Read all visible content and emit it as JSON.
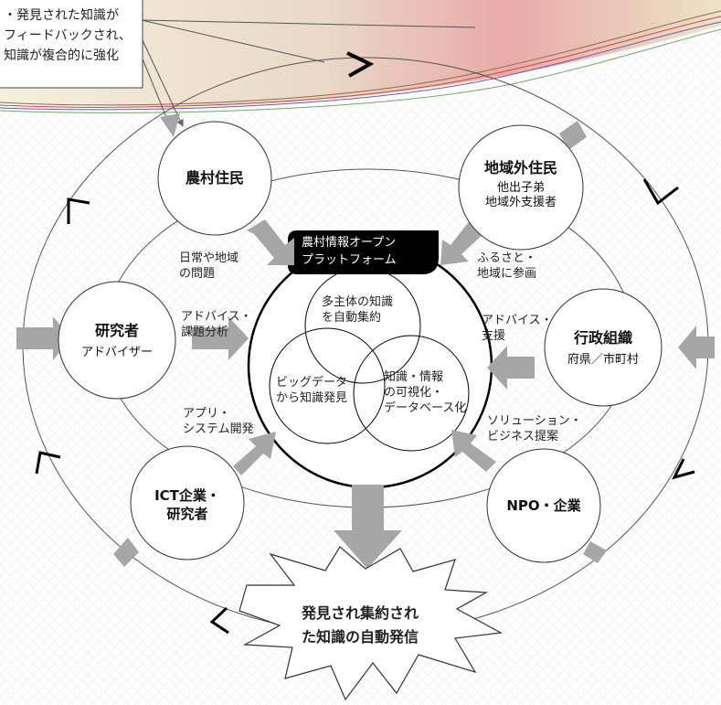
{
  "callout": {
    "text": "・発見された知識が\nフィードバックされ、\n知識が複合的に強化"
  },
  "platform": {
    "title": "農村情報オープン\nプラットフォーム"
  },
  "center": {
    "top": "多主体の知識\nを自動集約",
    "left": "ビッグデータ\nから知識発見",
    "right": "知識・情報\nの可視化・\nデータベース化"
  },
  "nodes": {
    "farmers": {
      "title": "農村住民"
    },
    "outside": {
      "title": "地域外住民",
      "sub": "他出子弟\n地域外支援者"
    },
    "researcher": {
      "title": "研究者",
      "sub": "アドバイザー"
    },
    "admin": {
      "title": "行政組織",
      "sub": "府県／市町村"
    },
    "ict": {
      "title": "ICT企業・\n研究者"
    },
    "npo": {
      "title": "NPO・企業"
    }
  },
  "flows": {
    "farmers": "日常や地域\nの問題",
    "outside": "ふるさと・\n地域に参画",
    "researcher": "アドバイス・\n課題分析",
    "admin": "アドバイス・\n支援",
    "ict": "アプリ・\nシステム開発",
    "npo": "ソリューション・\nビジネス提案"
  },
  "output": {
    "text": "発見され集約され\nた知識の自動発信"
  },
  "colors": {
    "arrow": "#a6a6a6",
    "banner_red": "#e7a7a6",
    "banner_beige": "#e9e6c7",
    "platform_bg": "#000000"
  }
}
